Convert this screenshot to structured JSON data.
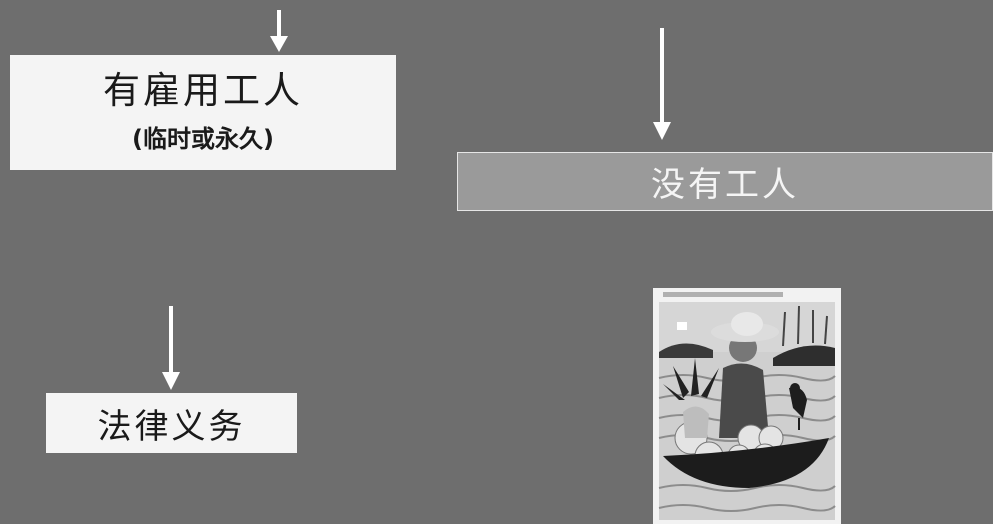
{
  "nodes": {
    "employ": {
      "label": "有雇用工人",
      "sublabel": "(临时或永久)"
    },
    "no_worker": {
      "label": "没有工人"
    },
    "legal": {
      "label": "法律义务"
    }
  },
  "artwork": {
    "description_icon": "painting-icon"
  },
  "colors": {
    "background": "#6e6e6e",
    "box_light": "#f4f4f4",
    "box_gray": "#9a9a9a",
    "arrow": "#ffffff"
  }
}
